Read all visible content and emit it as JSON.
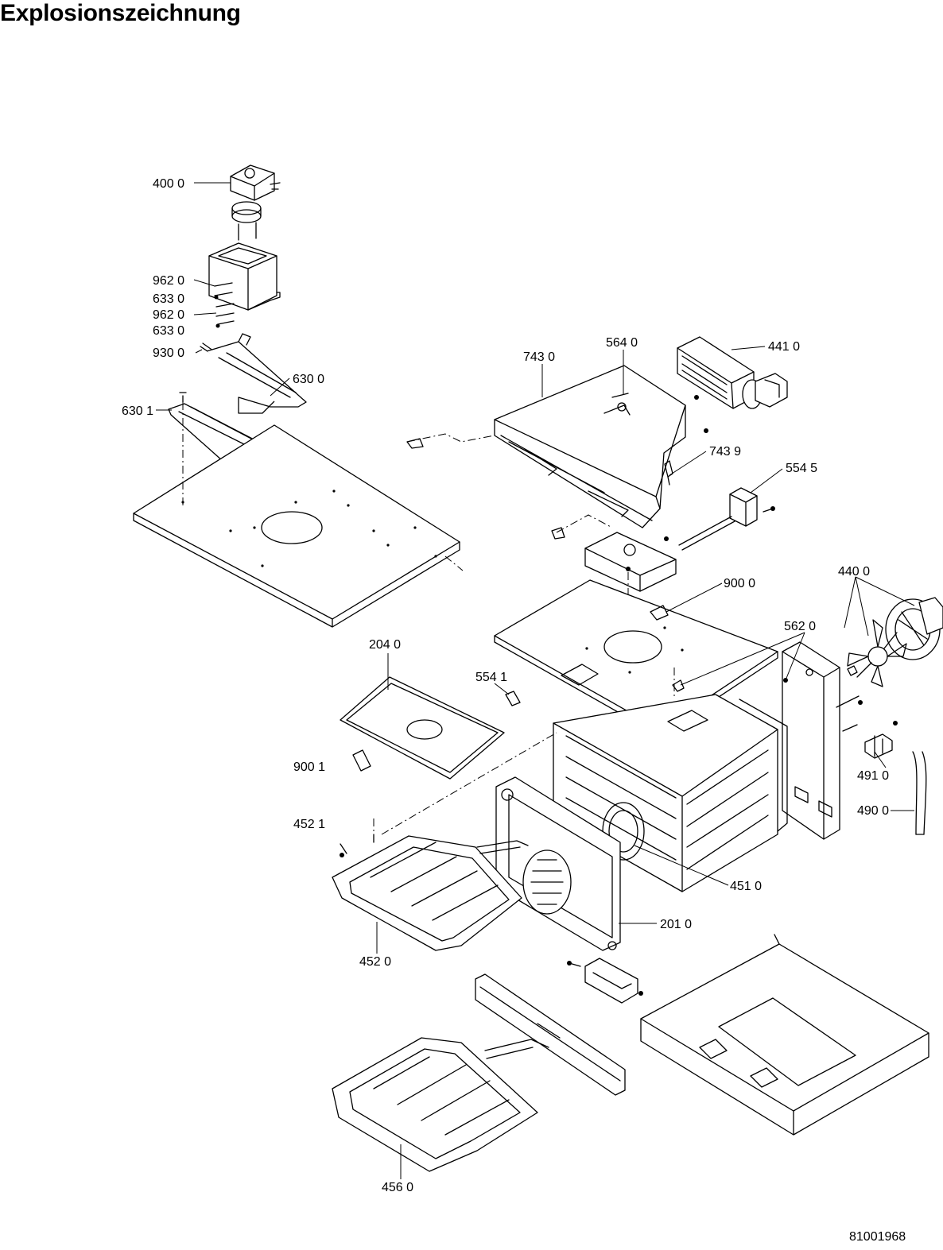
{
  "header": {
    "title": "Explosionszeichnung"
  },
  "footer": {
    "document_number": "81001968"
  },
  "callouts": [
    "400 0",
    "962 0",
    "633 0",
    "962 0",
    "633 0",
    "930 0",
    "630 0",
    "630 1",
    "743 0",
    "564 0",
    "441 0",
    "743 9",
    "554 5",
    "900 0",
    "440 0",
    "562 0",
    "204 0",
    "554 1",
    "900 1",
    "452 1",
    "491 0",
    "490 0",
    "451 0",
    "201 0",
    "452 0",
    "456 0"
  ]
}
